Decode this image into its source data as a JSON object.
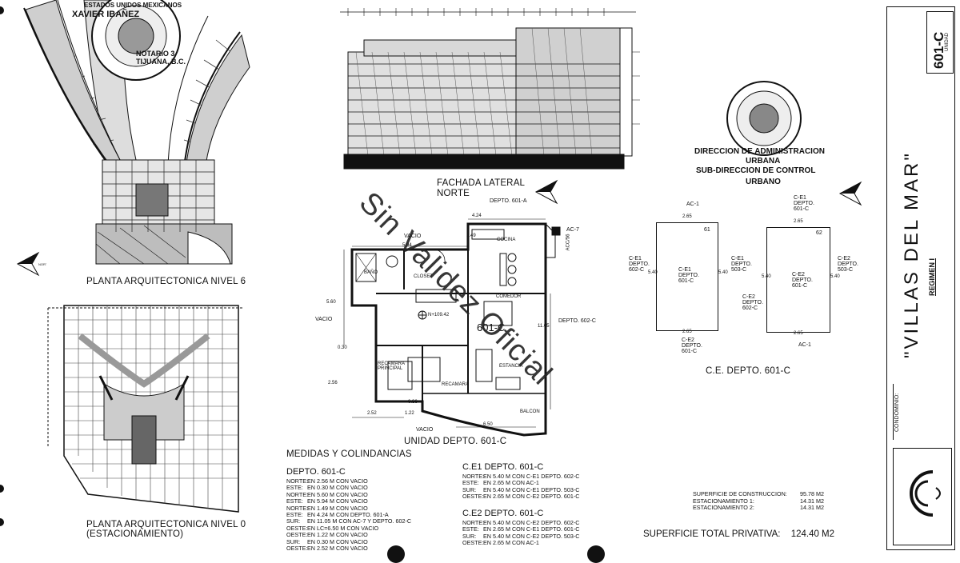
{
  "drawings": {
    "plan6_title": "PLANTA ARQUITECTONICA NIVEL 6",
    "plan0_title": "PLANTA ARQUITECTONICA NIVEL 0",
    "plan0_subtitle": "(ESTACIONAMIENTO)",
    "facade_title_1": "FACHADA LATERAL",
    "facade_title_2": "NORTE",
    "unit_title": "UNIDAD DEPTO. 601-C",
    "ce_title": "C.E. DEPTO. 601-C"
  },
  "unit_plan": {
    "vacio_top": "VACIO",
    "vacio_left": "VACIO",
    "vacio_bottom": "VACIO",
    "depto_601a": "DEPTO. 601-A",
    "depto_602c": "DEPTO. 602-C",
    "ac7": "AC-7",
    "acc": "ACC/56",
    "unit_label": "601-C",
    "level": "N+109.42",
    "rooms": {
      "cocina": "COCINA",
      "bano": "BAÑO",
      "closet": "CLOSET",
      "comedor": "COMEDOR",
      "recamara_principal": "RECAMARA PRINCIPAL",
      "recamara": "RECAMARA",
      "estancia": "ESTANCIA",
      "balcon": "BALCON"
    },
    "dims": {
      "top": "4.24",
      "width": "5.94",
      "height_left": "5.60",
      "height_right": "11.05",
      "d149": "1.49",
      "d030": "0.30",
      "d256": "2.56",
      "d252": "2.52",
      "d122": "1.22",
      "d036": "0.36",
      "d650": "6.50"
    }
  },
  "ce": {
    "ac1_top": "AC-1",
    "ac1_bottom": "AC-1",
    "left_box": {
      "num": "61",
      "center": "C-E1 DEPTO. 601-C",
      "left": "C-E1 DEPTO. 602-C",
      "right": "C-E1 DEPTO. 503-C",
      "bottom": "C-E2 DEPTO. 601-C",
      "dim_top": "2.65",
      "dim_bottom": "2.65",
      "dim_left": "5.40",
      "dim_right": "5.40"
    },
    "right_box": {
      "num": "62",
      "top": "C-E1 DEPTO. 601-C",
      "center": "C-E2 DEPTO. 601-C",
      "left": "C-E2 DEPTO. 602-C",
      "right": "C-E2 DEPTO. 503-C",
      "dim_top": "2.65",
      "dim_bottom": "2.65",
      "dim_left": "5.40",
      "dim_right": "5.40"
    }
  },
  "stamp": {
    "line1": "DIRECCION DE ADMINISTRACION",
    "line2": "URBANA",
    "line3": "SUB-DIRECCION DE CONTROL",
    "line4": "URBANO",
    "seal_left_top": "ESTADOS UNIDOS MEXICANOS",
    "seal_left_mid": "XAVIER IBAÑEZ",
    "seal_left_bottom": "NOTARIO 3 TIJUANA, B.C."
  },
  "watermark": "Sin Validez Oficial",
  "medidas": {
    "title": "MEDIDAS Y COLINDANCIAS",
    "depto": {
      "heading": "DEPTO. 601-C",
      "rows": [
        [
          "NORTE:",
          "EN 2.56 M CON VACIO"
        ],
        [
          "ESTE:",
          "EN 0.30 M CON VACIO"
        ],
        [
          "NORTE:",
          "EN 5.60 M CON VACIO"
        ],
        [
          "ESTE:",
          "EN 5.94 M CON VACIO"
        ],
        [
          "NORTE:",
          "EN 1.49 M CON VACIO"
        ],
        [
          "ESTE:",
          "EN 4.24 M CON DEPTO. 601-A"
        ],
        [
          "SUR:",
          "EN 11.05 M CON AC-7 Y DEPTO. 602-C"
        ],
        [
          "OESTE:",
          "EN LC=6.50 M CON VACIO"
        ],
        [
          "OESTE:",
          "EN 1.22 M CON VACIO"
        ],
        [
          "SUR:",
          "EN 0.30 M CON VACIO"
        ],
        [
          "OESTE:",
          "EN 2.52 M CON VACIO"
        ]
      ]
    },
    "ce1": {
      "heading": "C.E1 DEPTO. 601-C",
      "rows": [
        [
          "NORTE:",
          "EN 5.40 M CON C-E1 DEPTO. 602-C"
        ],
        [
          "ESTE:",
          "EN 2.65 M CON AC-1"
        ],
        [
          "SUR:",
          "EN 5.40 M CON C-E1 DEPTO. 503-C"
        ],
        [
          "OESTE:",
          "EN 2.65 M CON C-E2 DEPTO. 601-C"
        ]
      ]
    },
    "ce2": {
      "heading": "C.E2 DEPTO. 601-C",
      "rows": [
        [
          "NORTE:",
          "EN 5.40 M CON C-E2 DEPTO. 602-C"
        ],
        [
          "ESTE:",
          "EN 2.65 M CON C-E1 DEPTO. 601-C"
        ],
        [
          "SUR:",
          "EN 5.40 M CON C-E2 DEPTO. 503-C"
        ],
        [
          "OESTE:",
          "EN 2.65 M CON AC-1"
        ]
      ]
    }
  },
  "superficies": {
    "rows": [
      [
        "SUPERFICIE DE CONSTRUCCION:",
        "95.78 M2"
      ],
      [
        "ESTACIONAMIENTO 1:",
        "14.31 M2"
      ],
      [
        "ESTACIONAMIENTO 2:",
        "14.31 M2"
      ]
    ],
    "total_label": "SUPERFICIE TOTAL PRIVATIVA:",
    "total_value": "124.40 M2"
  },
  "title_block": {
    "unit_code": "601-C",
    "unit_caption": "UNIDAD",
    "project": "\"VILLAS DEL MAR\"",
    "regime": "REGIMEN I",
    "condo_label": "CONDOMINIO:"
  },
  "north_label": "NORTE"
}
